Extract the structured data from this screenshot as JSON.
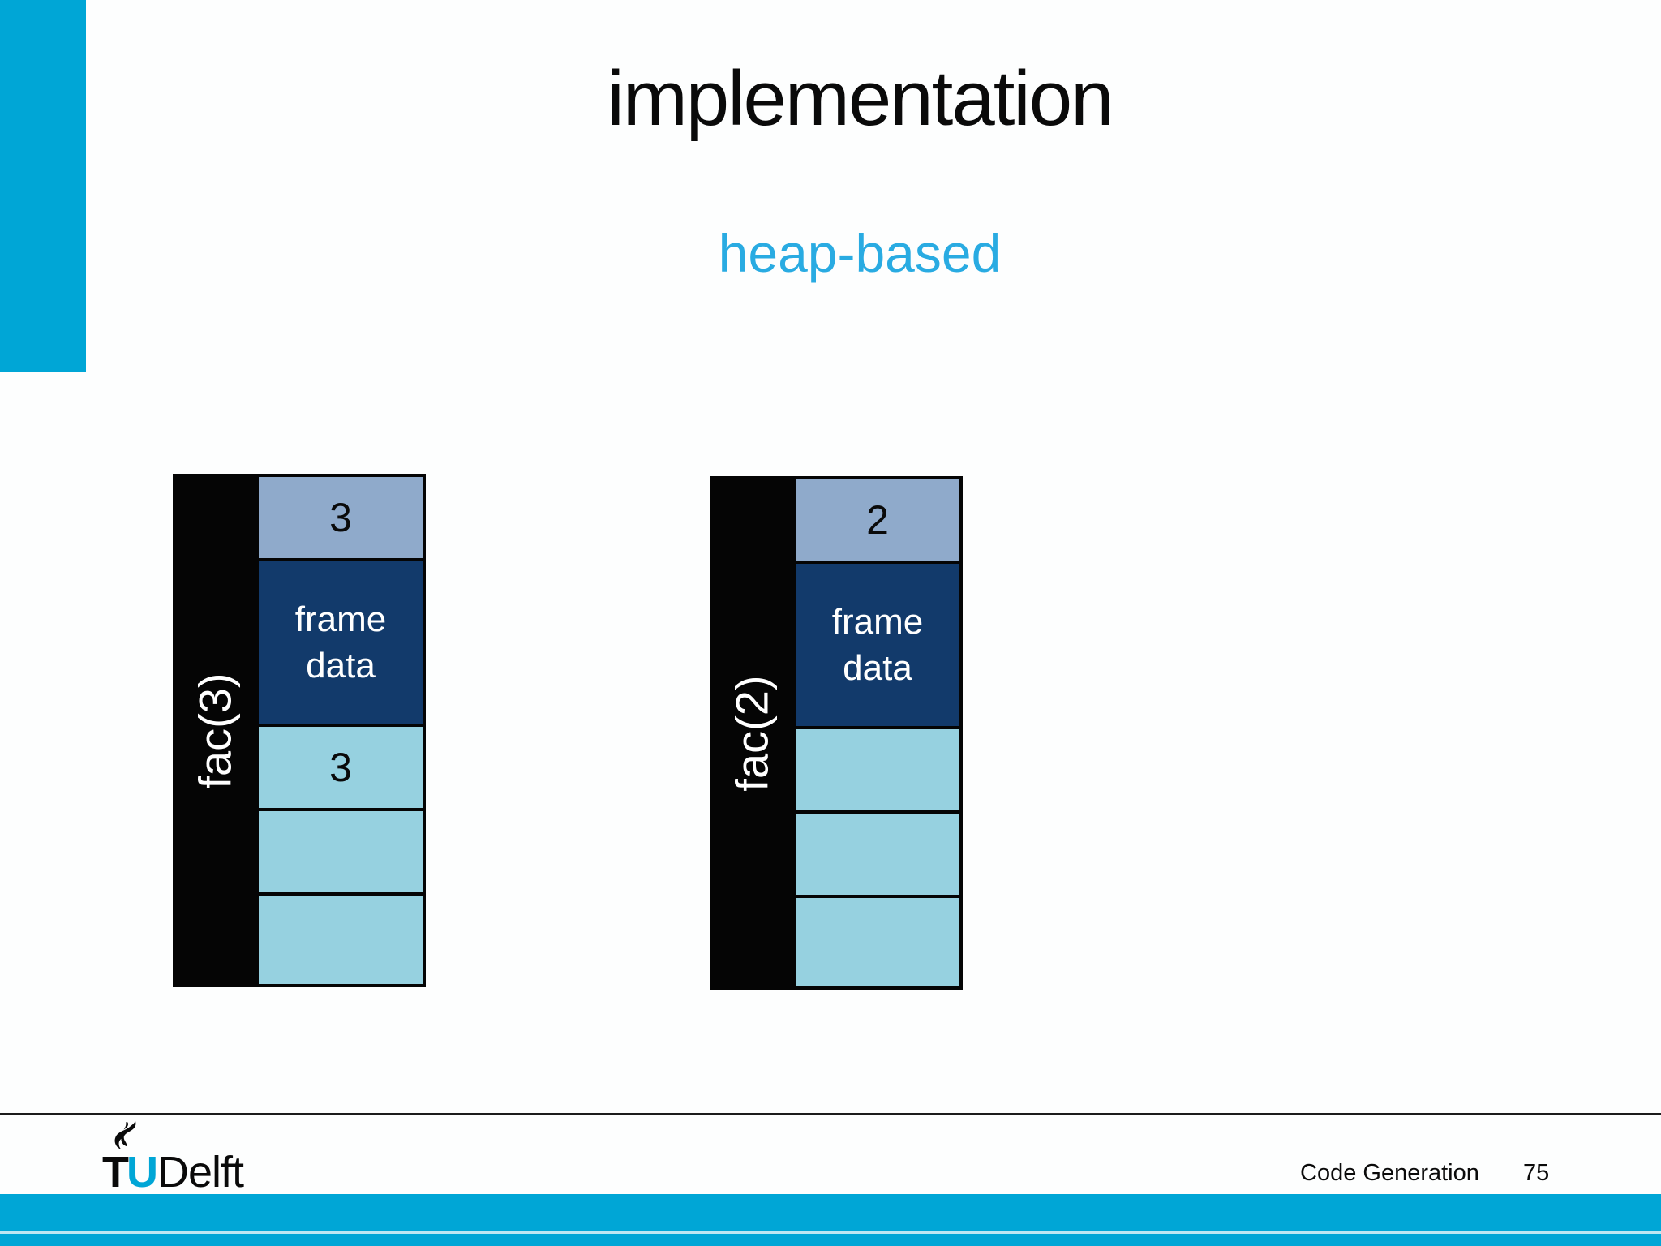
{
  "slide": {
    "title": "implementation",
    "subtitle": "heap-based"
  },
  "diagrams": [
    {
      "label": "fac(3)",
      "arg": "3",
      "frame": "frame data",
      "cells": [
        "3",
        "",
        ""
      ]
    },
    {
      "label": "fac(2)",
      "arg": "2",
      "frame": "frame data",
      "cells": [
        "",
        "",
        ""
      ]
    }
  ],
  "footer": {
    "course": "Code Generation",
    "page_number": "75",
    "logo_t": "T",
    "logo_u": "U",
    "logo_rest": "Delft"
  },
  "icons": {
    "flame": "flame-icon"
  },
  "colors": {
    "accent_cyan": "#00A6D6",
    "subtitle_cyan": "#29ABE2",
    "cell_header_blue": "#8FAACB",
    "cell_frame_navy": "#123A6B",
    "cell_slot_blue": "#96D1E0",
    "footer_separator_light": "#BEE7F2",
    "black": "#050505"
  }
}
